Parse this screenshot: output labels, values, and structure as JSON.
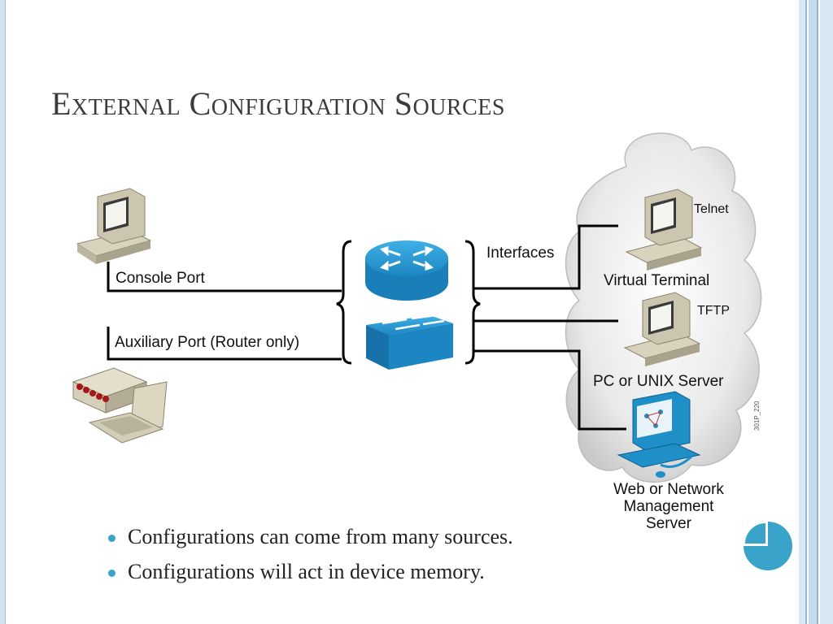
{
  "slide": {
    "title": "External Configuration Sources",
    "bullets": [
      "Configurations can come from many sources.",
      "Configurations will act in device memory."
    ]
  },
  "diagram": {
    "labels": {
      "console_port": "Console Port",
      "auxiliary_port": "Auxiliary Port (Router only)",
      "interfaces": "Interfaces",
      "telnet": "Telnet",
      "virtual_terminal": "Virtual Terminal",
      "tftp": "TFTP",
      "pc_unix_server": "PC or UNIX Server",
      "web_nms_line1": "Web or Network",
      "web_nms_line2": "Management",
      "web_nms_line3": "Server",
      "figure_id": "301P_220"
    }
  },
  "colors": {
    "accent": "#3aa3c9",
    "device_blue": "#1f8fc7",
    "title_text": "#3b3b3b",
    "frame_blue": "#9cc3dc"
  }
}
